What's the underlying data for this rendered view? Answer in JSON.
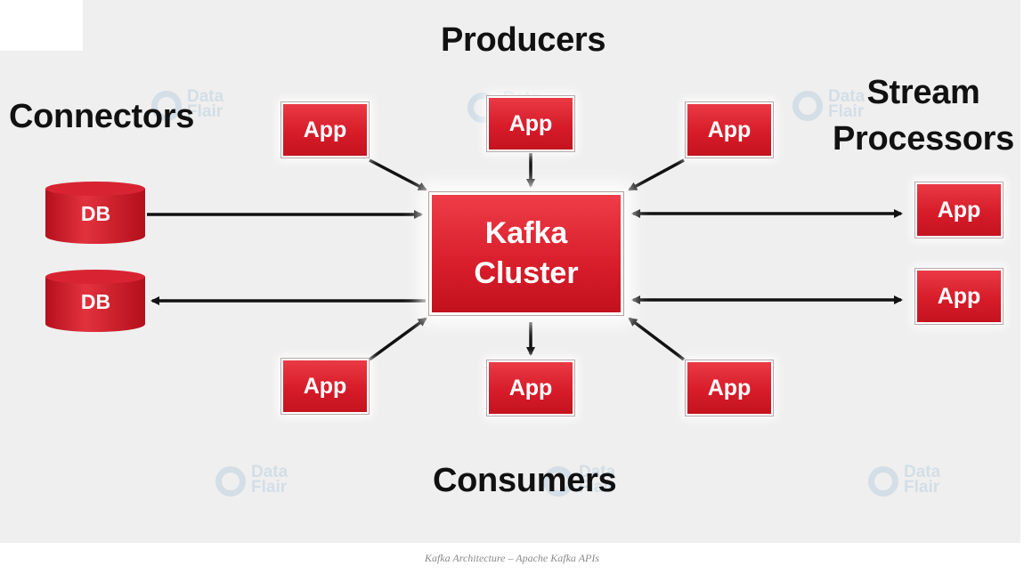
{
  "diagram": {
    "headings": {
      "producers": "Producers",
      "connectors": "Connectors",
      "stream_processors": "Stream Processors",
      "consumers": "Consumers"
    },
    "center": {
      "label_line1": "Kafka",
      "label_line2": "Cluster"
    },
    "app_label": "App",
    "db_label": "DB",
    "watermark": {
      "line1": "Data",
      "line2": "Flair"
    },
    "caption": "Kafka Architecture – Apache Kafka APIs",
    "colors": {
      "box_red": "#d71c2a",
      "background": "#efefef",
      "arrow": "#111111",
      "watermark_blue": "#1e6fb0"
    },
    "nodes": {
      "producer_apps": [
        "App",
        "App",
        "App"
      ],
      "consumer_apps": [
        "App",
        "App",
        "App"
      ],
      "stream_apps": [
        "App",
        "App"
      ],
      "connector_dbs": [
        "DB",
        "DB"
      ]
    },
    "edges": [
      {
        "from": "producer-app-1",
        "to": "kafka-cluster",
        "direction": "one-way"
      },
      {
        "from": "producer-app-2",
        "to": "kafka-cluster",
        "direction": "one-way"
      },
      {
        "from": "producer-app-3",
        "to": "kafka-cluster",
        "direction": "one-way"
      },
      {
        "from": "db-1",
        "to": "kafka-cluster",
        "direction": "one-way"
      },
      {
        "from": "kafka-cluster",
        "to": "db-2",
        "direction": "one-way"
      },
      {
        "from": "kafka-cluster",
        "to": "stream-app-1",
        "direction": "two-way"
      },
      {
        "from": "kafka-cluster",
        "to": "stream-app-2",
        "direction": "two-way"
      },
      {
        "from": "consumer-app-1",
        "to": "kafka-cluster",
        "direction": "one-way"
      },
      {
        "from": "kafka-cluster",
        "to": "consumer-app-2",
        "direction": "one-way"
      },
      {
        "from": "consumer-app-3",
        "to": "kafka-cluster",
        "direction": "one-way"
      }
    ]
  }
}
